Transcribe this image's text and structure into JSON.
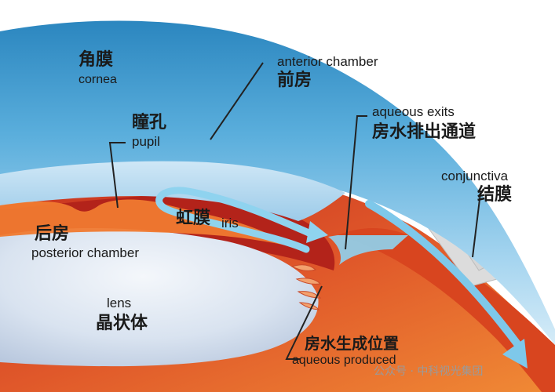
{
  "labels": {
    "cornea": {
      "cn": "角膜",
      "en": "cornea"
    },
    "anterior_chamber": {
      "en": "anterior chamber",
      "cn": "前房"
    },
    "pupil": {
      "cn": "瞳孔",
      "en": "pupil"
    },
    "aqueous_exits": {
      "en": "aqueous exits",
      "cn": "房水排出通道"
    },
    "conjunctiva": {
      "en": "conjunctiva",
      "cn": "结膜"
    },
    "iris": {
      "cn": "虹膜",
      "en": "iris"
    },
    "posterior_chamber": {
      "cn": "后房",
      "en": "posterior chamber"
    },
    "lens": {
      "en": "lens",
      "cn": "晶状体"
    },
    "aqueous_produced": {
      "cn": "房水生成位置",
      "en": "aqueous produced"
    }
  },
  "watermark": {
    "text": "公众号 · 中科视光集团"
  },
  "colors": {
    "cornea_dark": "#2f8ec4",
    "cornea_light": "#cfe8f7",
    "tissue_red": "#b8241a",
    "tissue_orange": "#f07a30",
    "lens_light": "#dfe8f4",
    "aqueous_flow": "#8fd3ef",
    "conjunctiva": "#e6e6e6"
  }
}
